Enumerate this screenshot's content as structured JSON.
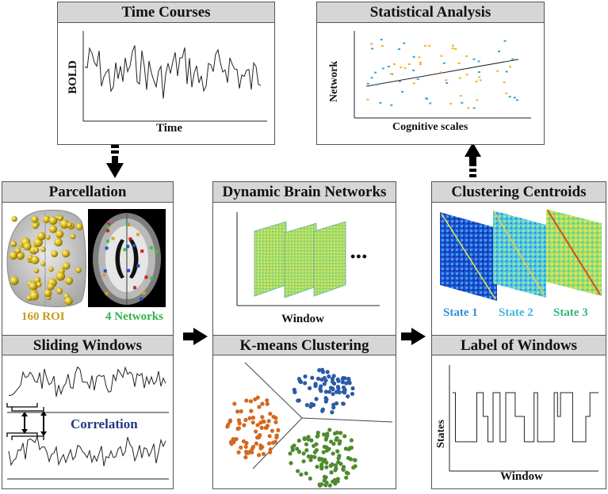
{
  "time_courses": {
    "title": "Time Courses",
    "ylabel": "BOLD",
    "xlabel": "Time"
  },
  "statistical_analysis": {
    "title": "Statistical Analysis",
    "ylabel": "Network",
    "xlabel": "Cognitive scales"
  },
  "parcellation": {
    "title": "Parcellation",
    "roi_label": "160 ROI",
    "networks_label": "4 Networks"
  },
  "sliding_windows": {
    "title": "Sliding Windows",
    "correlation_label": "Correlation"
  },
  "dynamic_networks": {
    "title": "Dynamic Brain Networks",
    "ellipsis": "•••",
    "xlabel": "Window"
  },
  "kmeans": {
    "title": "K-means Clustering"
  },
  "centroids": {
    "title": "Clustering Centroids",
    "states": [
      {
        "label": "State 1",
        "color": "#2f8fd6"
      },
      {
        "label": "State 2",
        "color": "#3fb7e0"
      },
      {
        "label": "State 3",
        "color": "#33b679"
      }
    ]
  },
  "label_windows": {
    "title": "Label of Windows",
    "ylabel": "States",
    "xlabel": "Window"
  },
  "colors": {
    "roi": "#c89b1c",
    "networks": "#2db34a",
    "correlation": "#1f3a80",
    "cluster_orange": "#d2691e",
    "cluster_blue": "#2b5aa8",
    "cluster_green": "#4e8a2e",
    "scatter_blue": "#2aa7d9",
    "scatter_orange": "#f5b21a"
  }
}
